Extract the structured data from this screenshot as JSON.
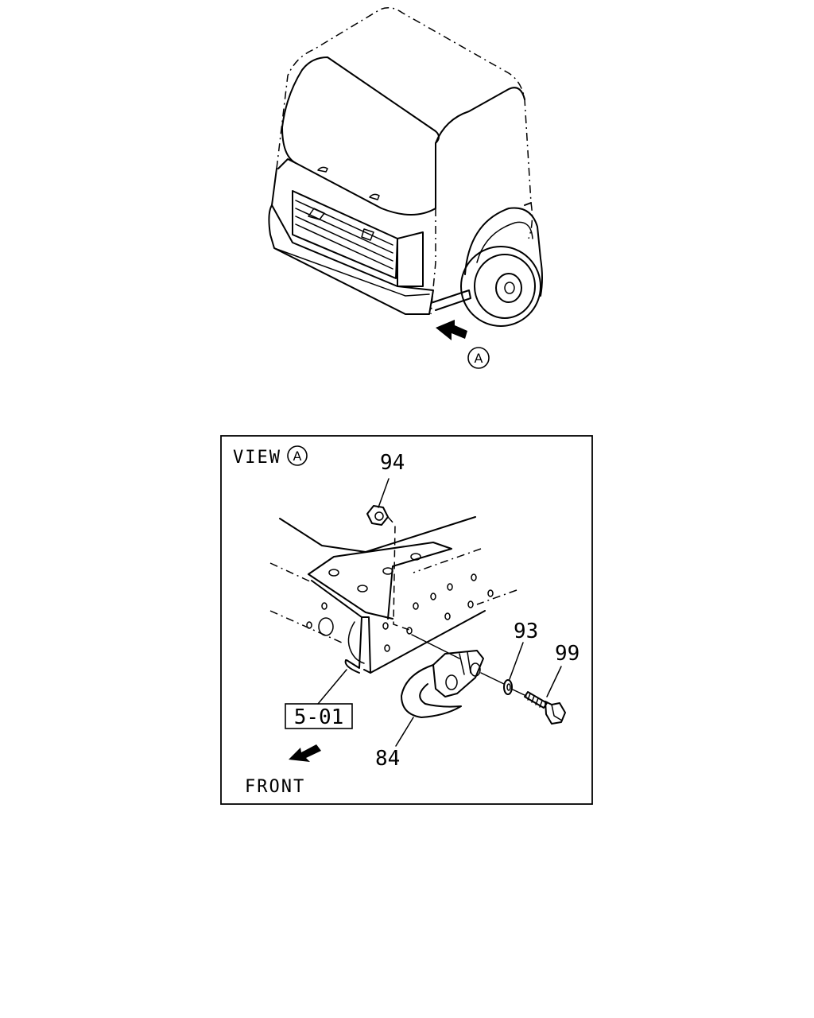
{
  "view_marker": "A",
  "view_label": "VIEW",
  "front_label": "FRONT",
  "reference_box": "5-01",
  "callouts": {
    "nut": "94",
    "washer": "93",
    "bolt": "99",
    "hook": "84"
  }
}
